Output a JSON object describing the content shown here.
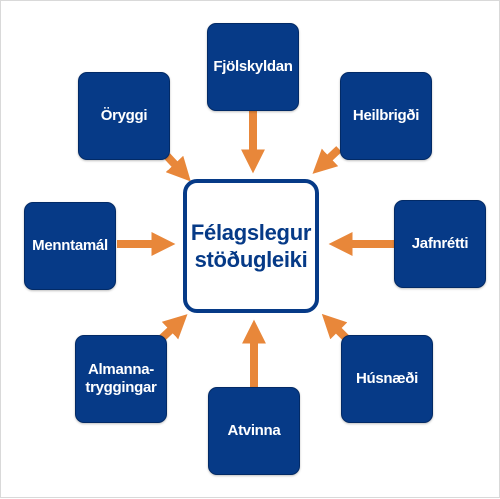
{
  "center": {
    "line1": "Félagslegur",
    "line2": "stöðugleiki"
  },
  "nodes": {
    "fjolskyldan": "Fjölskyldan",
    "heilbrigdi": "Heilbrigði",
    "jafnretti": "Jafnrétti",
    "husnaedi": "Húsnæði",
    "atvinna": "Atvinna",
    "almannatryggingar_1": "Almanna-",
    "almannatryggingar_2": "tryggingar",
    "menntamal": "Menntamál",
    "oryggi": "Öryggi"
  },
  "colors": {
    "box_fill": "#063a87",
    "center_border": "#063a87",
    "arrow": "#e8873a"
  }
}
